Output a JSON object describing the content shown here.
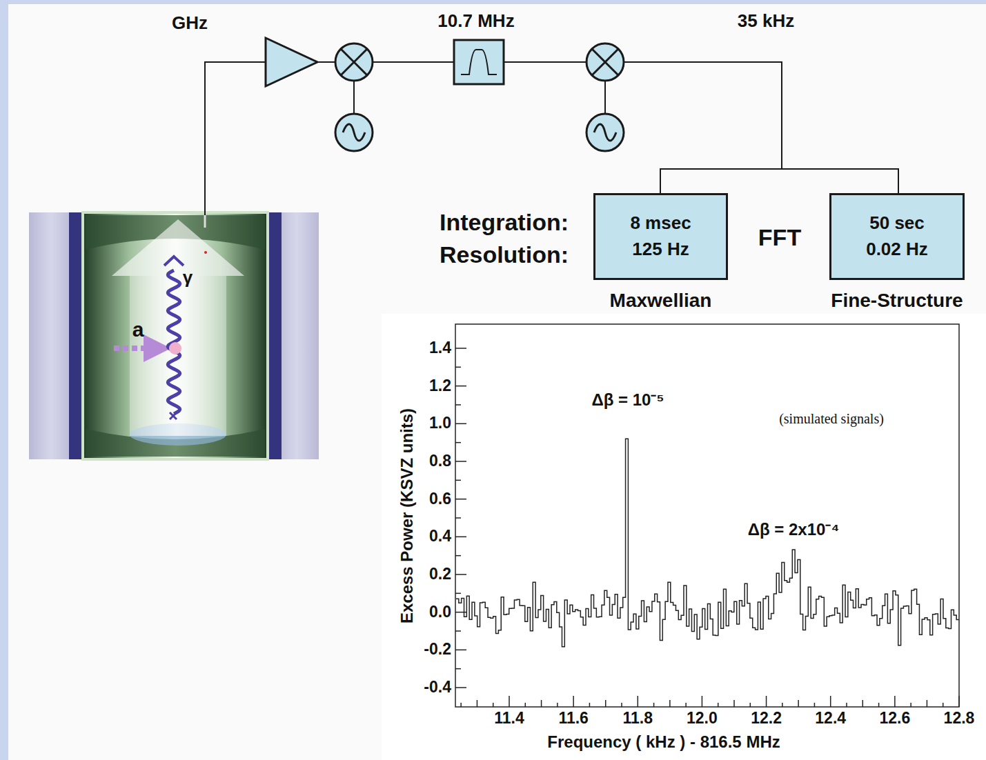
{
  "diagram": {
    "nodes": [
      {
        "text": [
          "8 msec",
          "125 Hz",
          "Maxwellian"
        ]
      },
      {
        "text": [
          "50 sec",
          "0.02 Hz",
          "Fine-Structure"
        ]
      }
    ],
    "labels": [
      "GHz",
      "10.7 MHz",
      "35 kHz",
      "Integration:",
      "Resolution:",
      "FFT",
      "a",
      "γ",
      "Δβ = 10⁻⁵",
      "Δβ = 2x10⁻⁴",
      "(simulated signals)",
      "1.4",
      "1.2",
      "1.0",
      "0.8",
      "0.6",
      "0.4",
      "0.2",
      "0.0",
      "-0.2",
      "-0.4",
      "11.4",
      "11.6",
      "11.8",
      "12.0",
      "12.2",
      "12.4",
      "12.6",
      "12.8",
      "Excess Power (KSVZ units)",
      "Frequency ( kHz ) - 816.5 MHz"
    ]
  }
}
